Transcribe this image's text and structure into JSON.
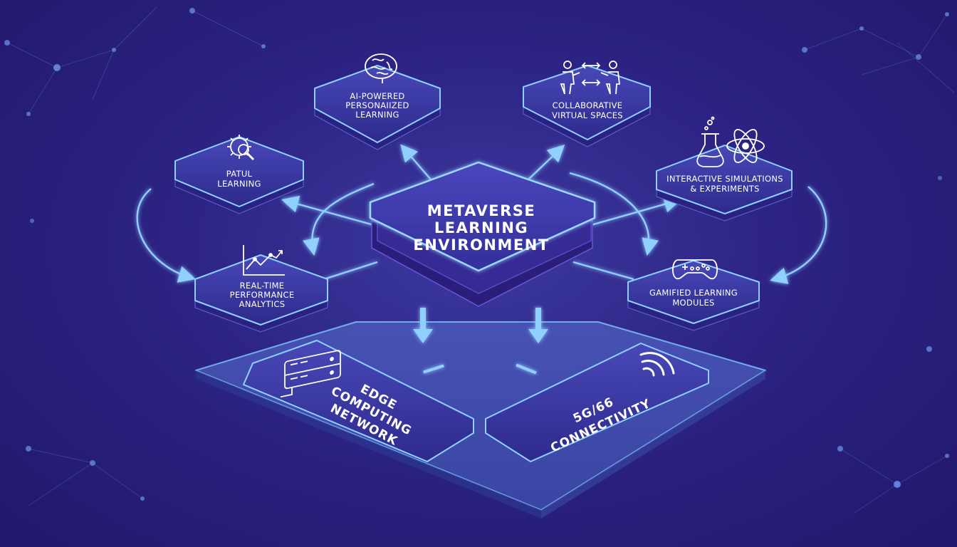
{
  "center": {
    "line1": "METAVERSE",
    "line2": "LEARNING",
    "line3": "ENVIRONMENT"
  },
  "nodes": {
    "ai": {
      "line1": "AI-POWERED",
      "line2": "PERSONAIIZED",
      "line3": "LEARNING",
      "icon": "brain-icon"
    },
    "collab": {
      "line1": "COLLABORATIVE",
      "line2": "VIRTUAL SPACES",
      "icon": "people-exchange-icon"
    },
    "adaptive": {
      "line1": "PATUL",
      "line2": "LEARNING",
      "icon": "gear-magnifier-icon"
    },
    "sim": {
      "line1": "INTERACTIVE SIMULATIONS",
      "line2": "& EXPERIMENTS",
      "icon": "flask-atom-icon"
    },
    "analytics": {
      "line1": "REAL-TIME",
      "line2": "PERFORMANCE",
      "line3": "ANALYTICS",
      "icon": "line-chart-icon"
    },
    "gamified": {
      "line1": "GAMIFIED LEARNING",
      "line2": "MODULES",
      "icon": "gamepad-icon"
    }
  },
  "base": {
    "edge": {
      "line1": "EDGE",
      "line2": "COMPUTING",
      "line3": "NETWORK",
      "icon": "server-icon"
    },
    "conn": {
      "line1": "5G/66",
      "line2": "CONNECTIVITY",
      "icon": "wifi-signal-icon"
    }
  },
  "colors": {
    "background": "#2a2080",
    "tile": "#3a3aa8",
    "accent": "#7fc8ff",
    "text": "#ffffff"
  }
}
